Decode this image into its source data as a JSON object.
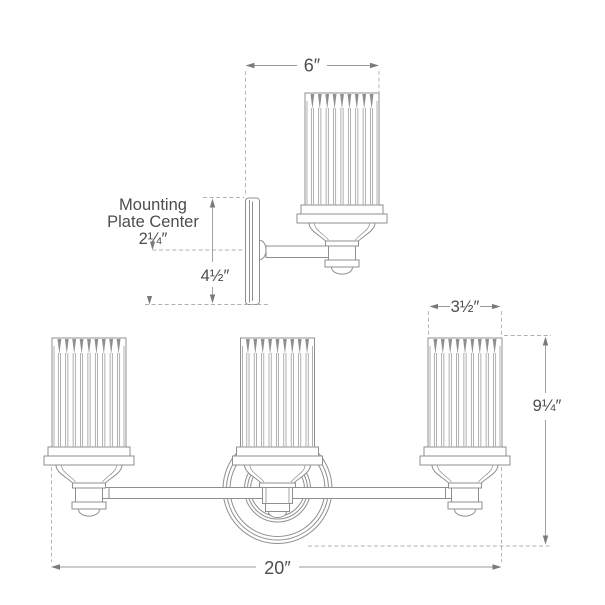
{
  "colors": {
    "background": "#ffffff",
    "line": "#8f8f8f",
    "dimension_line": "#999999",
    "dashed_line": "#b0b0b0",
    "arrow": "#7a7a7a",
    "text": "#4d4d4d"
  },
  "side_view": {
    "width_dim": "6″",
    "label_line1": "Mounting",
    "label_line2": "Plate Center",
    "offset_dim": "2¼″",
    "height_dim": "4½″"
  },
  "front_view": {
    "shade_width_dim": "3½″",
    "fixture_height_dim": "9¼″",
    "overall_width_dim": "20″"
  }
}
